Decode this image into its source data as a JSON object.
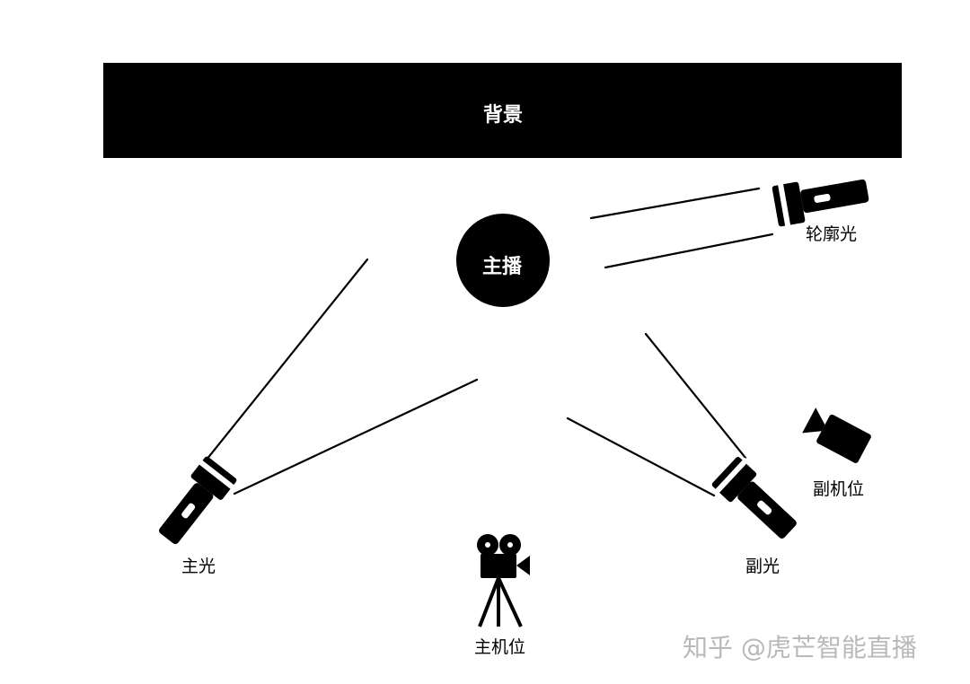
{
  "background": {
    "label": "背景"
  },
  "host": {
    "label": "主播"
  },
  "lights": {
    "key": {
      "label": "主光",
      "icon": "flashlight-icon"
    },
    "fill": {
      "label": "副光",
      "icon": "flashlight-icon"
    },
    "rim": {
      "label": "轮廓光",
      "icon": "flashlight-icon"
    }
  },
  "cameras": {
    "main": {
      "label": "主机位",
      "icon": "tripod-camera-icon"
    },
    "secondary": {
      "label": "副机位",
      "icon": "video-camera-icon"
    }
  },
  "watermark": {
    "text": "知乎 @虎芒智能直播"
  },
  "colors": {
    "ink": "#000000",
    "paper": "#ffffff",
    "watermark": "#b9b9b9"
  }
}
